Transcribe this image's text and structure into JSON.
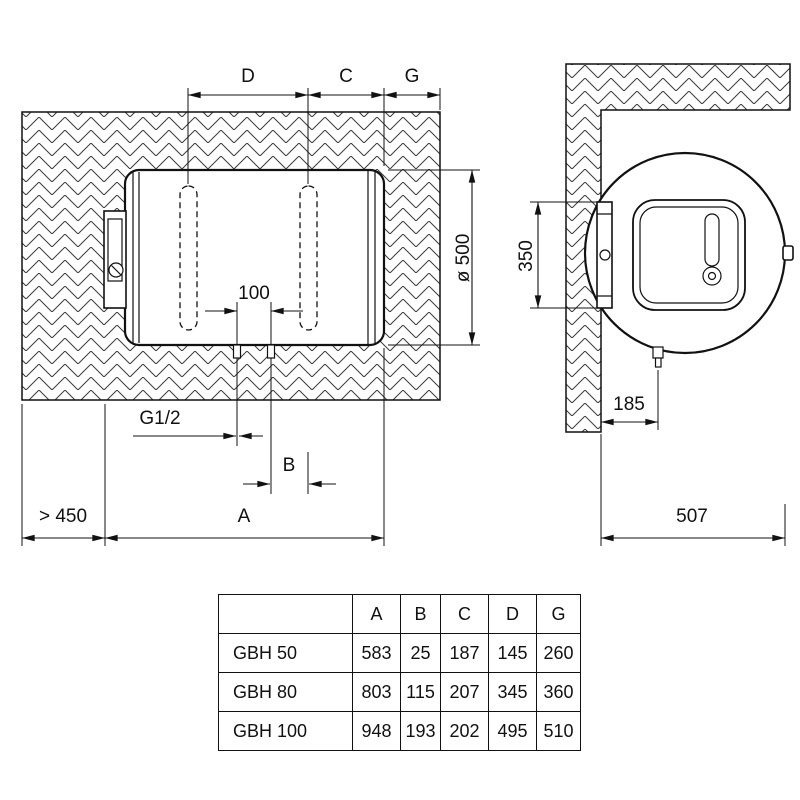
{
  "colors": {
    "line": "#111111",
    "background": "#ffffff",
    "hatch": "#3a3a3a"
  },
  "side_view": {
    "labels": {
      "d": "D",
      "c": "C",
      "g": "G",
      "diameter": "ø 500",
      "pipe_spacing": "100",
      "pipe_thread": "G1/2",
      "b": "B",
      "min_clearance": "> 450",
      "a": "A"
    }
  },
  "front_view": {
    "labels": {
      "bracket_spacing": "350",
      "drain_offset": "185",
      "overall_depth": "507"
    }
  },
  "spec_table": {
    "col_headers": [
      "A",
      "B",
      "C",
      "D",
      "G"
    ],
    "rows": [
      {
        "model": "GBH 50",
        "A": "583",
        "B": "25",
        "C": "187",
        "D": "145",
        "G": "260"
      },
      {
        "model": "GBH 80",
        "A": "803",
        "B": "115",
        "C": "207",
        "D": "345",
        "G": "360"
      },
      {
        "model": "GBH 100",
        "A": "948",
        "B": "193",
        "C": "202",
        "D": "495",
        "G": "510"
      }
    ]
  }
}
